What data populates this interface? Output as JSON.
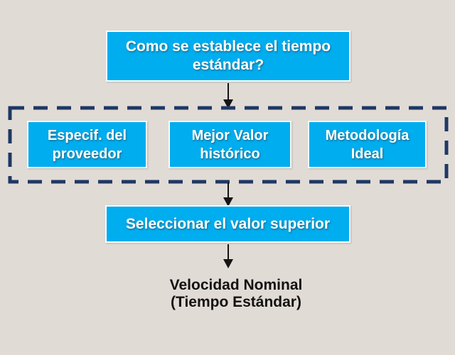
{
  "colors": {
    "background": "#E1DBD6",
    "box_fill": "#00ADEF",
    "box_border": "#FBFBFB",
    "dashed_outline": "#1F3864",
    "arrow": "#141414",
    "box_text": "#FFFFFF",
    "result_text": "#121212"
  },
  "flowchart": {
    "question_box": {
      "label": "Como se establece el tiempo estándar?"
    },
    "option_boxes": [
      {
        "label": "Especif. del proveedor"
      },
      {
        "label": "Mejor Valor histórico"
      },
      {
        "label": "Metodología Ideal"
      }
    ],
    "select_box": {
      "label": "Seleccionar el valor superior"
    },
    "result": {
      "line1": "Velocidad Nominal",
      "line2": "(Tiempo Estándar)"
    }
  }
}
